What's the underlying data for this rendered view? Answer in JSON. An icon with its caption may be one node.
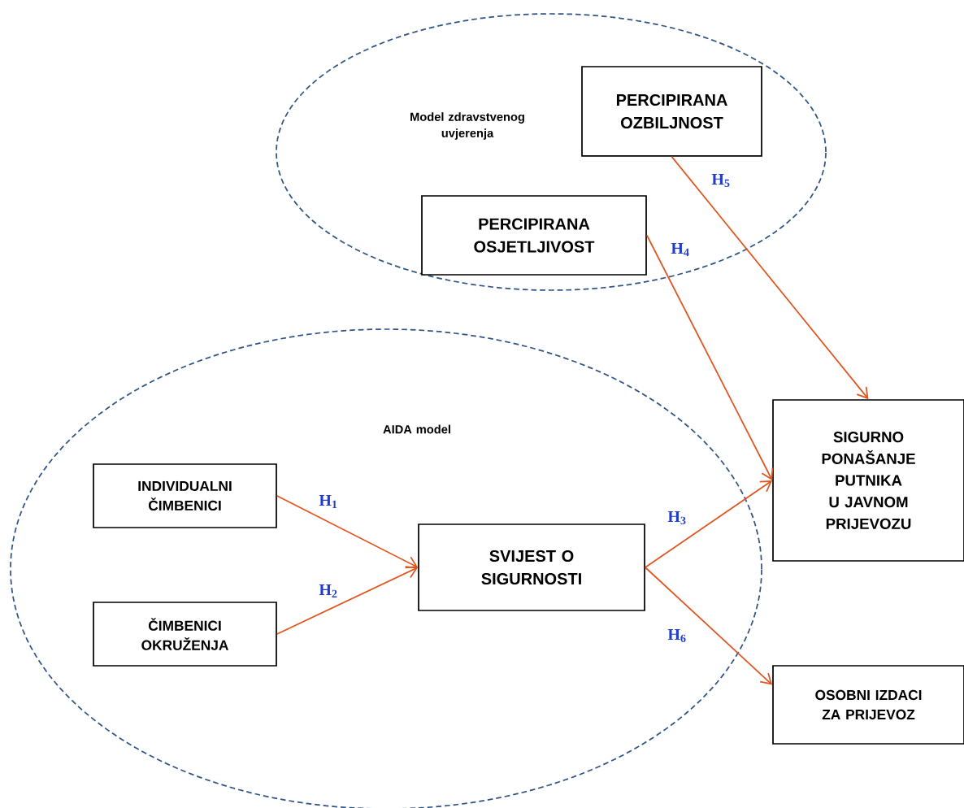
{
  "diagram": {
    "nodes": [
      {
        "text": [
          "Model zdravstvenog uvjerenja"
        ]
      },
      {
        "text": [
          "PERCIPIRANA OZBILJNOST"
        ],
        "in": 0
      },
      {
        "text": [
          "PERCIPIRANA OSJETLJIVOST"
        ],
        "in": 0
      },
      {
        "text": [
          "AIDA model"
        ]
      },
      {
        "text": [
          "INDIVIDUALNI ČIMBENICI"
        ],
        "in": 3
      },
      {
        "text": [
          "ČIMBENICI OKRUŽENJA"
        ],
        "in": 3
      },
      {
        "text": [
          "SVIJEST O SIGURNOSTI"
        ],
        "in": 3
      },
      {
        "text": [
          "SIGURNO PONAŠANJE PUTNIKA U JAVNOM PRIJEVOZU"
        ]
      },
      {
        "text": [
          "OSOBNI IZDACI ZA PRIJEVOZ"
        ]
      }
    ],
    "edges": [
      {
        "from": 4,
        "to": 6,
        "arrow": "to",
        "label": "H$_{1}$"
      },
      {
        "from": 5,
        "to": 6,
        "arrow": "to",
        "label": "H$_{2}$"
      },
      {
        "from": 6,
        "to": 7,
        "arrow": "to",
        "label": "H$_{3}$"
      },
      {
        "from": 2,
        "to": 7,
        "arrow": "to",
        "label": "H$_{4}$"
      },
      {
        "from": 1,
        "to": 7,
        "arrow": "to",
        "label": "H$_{5}$"
      },
      {
        "from": 6,
        "to": 8,
        "arrow": "to",
        "label": "H$_{6}$"
      }
    ]
  }
}
